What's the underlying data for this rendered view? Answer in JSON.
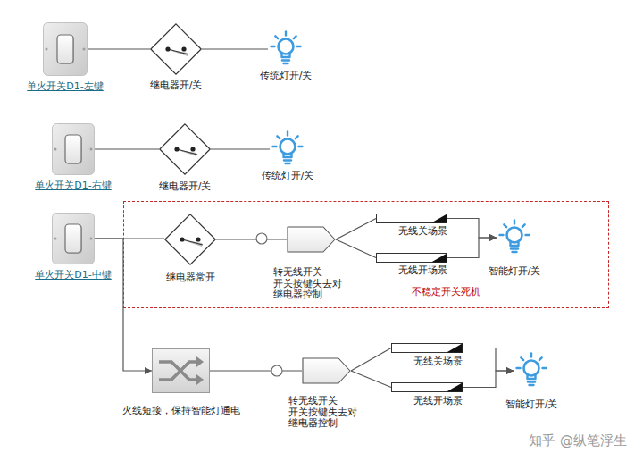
{
  "diagram": {
    "nodes": [
      {
        "text": [
          "单火开关D1-左键"
        ]
      },
      {
        "text": [
          "继电器开/关"
        ]
      },
      {
        "text": [
          "传统灯开/关"
        ]
      },
      {
        "text": [
          "单火开关D1-右键"
        ]
      },
      {
        "text": [
          "继电器开/关"
        ]
      },
      {
        "text": [
          "传统灯开/关"
        ]
      },
      {
        "text": [
          "单火开关D1-中键"
        ]
      },
      {
        "text": [
          "不稳定开关死机"
        ]
      },
      {
        "text": [
          "继电器常开"
        ],
        "in": 7
      },
      {
        "text": [
          "转无线开关 开关按键失去对 继电器控制"
        ],
        "in": 7
      },
      {
        "text": [
          "无线关场景"
        ],
        "in": 7
      },
      {
        "text": [
          "无线开场景"
        ],
        "in": 7
      },
      {
        "text": [
          "智能灯开/关"
        ],
        "in": 7
      },
      {
        "text": [
          "火线短接，保持智能灯通电"
        ]
      },
      {
        "text": [
          "转无线开关 开关按键失去对 继电器控制"
        ]
      },
      {
        "text": [
          "无线关场景"
        ]
      },
      {
        "text": [
          "无线开场景"
        ]
      },
      {
        "text": [
          "智能灯开/关"
        ]
      }
    ],
    "edges": [
      {
        "from": 0,
        "to": 1,
        "arrow": "none"
      },
      {
        "from": 1,
        "to": 2,
        "arrow": "none"
      },
      {
        "from": 3,
        "to": 4,
        "arrow": "none"
      },
      {
        "from": 4,
        "to": 5,
        "arrow": "none"
      },
      {
        "from": 6,
        "to": 8,
        "arrow": "none"
      },
      {
        "from": 8,
        "to": 9,
        "arrow": "none"
      },
      {
        "from": 9,
        "to": 10,
        "arrow": "none"
      },
      {
        "from": 9,
        "to": 11,
        "arrow": "none"
      },
      {
        "from": 10,
        "to": 12,
        "arrow": "to"
      },
      {
        "from": 11,
        "to": 12,
        "arrow": "to"
      },
      {
        "from": 6,
        "to": 13,
        "arrow": "to"
      },
      {
        "from": 13,
        "to": 14,
        "arrow": "none"
      },
      {
        "from": 14,
        "to": 15,
        "arrow": "none"
      },
      {
        "from": 14,
        "to": 16,
        "arrow": "none"
      },
      {
        "from": 15,
        "to": 17,
        "arrow": "to"
      },
      {
        "from": 16,
        "to": 17,
        "arrow": "to"
      }
    ],
    "labels": [
      "知乎 @纵笔浮生"
    ]
  }
}
